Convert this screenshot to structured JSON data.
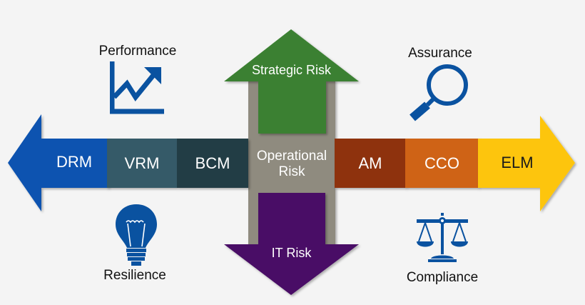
{
  "colors": {
    "background": "#f4f4f4",
    "drm": "#0a52b0",
    "vrm": "#355a68",
    "bcm": "#243c45",
    "operational": "#8f8b7f",
    "strategic": "#3b8030",
    "it": "#4a0f66",
    "am": "#8e3307",
    "cco": "#cf6417",
    "elm": "#fdc50a",
    "icon_blue": "#0a52a0"
  },
  "horizontal_arrow": {
    "left_segments": [
      {
        "id": "drm",
        "label": "DRM"
      },
      {
        "id": "vrm",
        "label": "VRM"
      },
      {
        "id": "bcm",
        "label": "BCM"
      }
    ],
    "center": {
      "line1": "Operational",
      "line2": "Risk"
    },
    "right_segments": [
      {
        "id": "am",
        "label": "AM"
      },
      {
        "id": "cco",
        "label": "CCO"
      },
      {
        "id": "elm",
        "label": "ELM"
      }
    ]
  },
  "vertical_arrow": {
    "up": {
      "label": "Strategic Risk"
    },
    "down": {
      "label": "IT Risk"
    }
  },
  "icons": [
    {
      "id": "performance",
      "label": "Performance",
      "icon": "chart-trend-up-icon"
    },
    {
      "id": "assurance",
      "label": "Assurance",
      "icon": "magnifier-icon"
    },
    {
      "id": "resilience",
      "label": "Resilience",
      "icon": "lightbulb-icon"
    },
    {
      "id": "compliance",
      "label": "Compliance",
      "icon": "scales-icon"
    }
  ]
}
